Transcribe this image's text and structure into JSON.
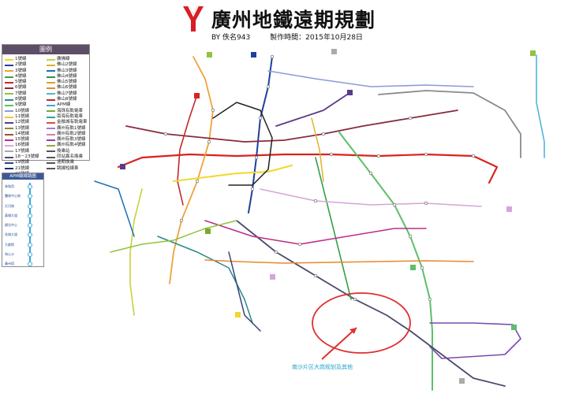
{
  "header": {
    "title": "廣州地鐵遠期規劃",
    "author": "BY 佚名943",
    "date": "製作時間：2015年10月28日"
  },
  "legend": {
    "title": "圖例",
    "left": [
      {
        "label": "1號線",
        "color": "#f1d82c"
      },
      {
        "label": "2號線",
        "color": "#1f3f9c"
      },
      {
        "label": "3號線",
        "color": "#f0a23a"
      },
      {
        "label": "4號線",
        "color": "#35a24a"
      },
      {
        "label": "5號線",
        "color": "#d9231f"
      },
      {
        "label": "6號線",
        "color": "#8a2a3e"
      },
      {
        "label": "7號線",
        "color": "#90c43d"
      },
      {
        "label": "8號線",
        "color": "#2a8a8c"
      },
      {
        "label": "9號線",
        "color": "#5cbf6a"
      },
      {
        "label": "10號線",
        "color": "#8d9ad8"
      },
      {
        "label": "11號線",
        "color": "#f2c52d"
      },
      {
        "label": "12號線",
        "color": "#5b3a8c"
      },
      {
        "label": "13號線",
        "color": "#8b8a3c"
      },
      {
        "label": "14號線",
        "color": "#8c5a2a"
      },
      {
        "label": "15號線",
        "color": "#bd2d8a"
      },
      {
        "label": "16號線",
        "color": "#d5a6d9"
      },
      {
        "label": "17號線",
        "color": "#aaaaaa"
      },
      {
        "label": "18－23號線",
        "color": "#4a4a6a"
      },
      {
        "label": "19號線",
        "color": "#36427a"
      },
      {
        "label": "21號線",
        "color": "#1a2a7a"
      },
      {
        "label": "22號線",
        "color": "#3b3b3b"
      }
    ],
    "right": [
      {
        "label": "廣佛線",
        "color": "#c7d23a"
      },
      {
        "label": "佛山2號線",
        "color": "#e0b033"
      },
      {
        "label": "佛山3號線",
        "color": "#1d6fb8"
      },
      {
        "label": "佛山4號線",
        "color": "#2f8f4a"
      },
      {
        "label": "佛山5號線",
        "color": "#d8a12a"
      },
      {
        "label": "佛山6號線",
        "color": "#e9882d"
      },
      {
        "label": "佛山7號線",
        "color": "#4fb6d6"
      },
      {
        "label": "佛山8號線",
        "color": "#c02a2a"
      },
      {
        "label": "APM線",
        "color": "#3ba7d8"
      },
      {
        "label": "海珠有軌電車",
        "color": "#7aaa2a"
      },
      {
        "label": "南海有軌電車",
        "color": "#2aa88a"
      },
      {
        "label": "金融城有軌電車",
        "color": "#e04a4a"
      },
      {
        "label": "廣州有軌1號線",
        "color": "#9b7ed0"
      },
      {
        "label": "廣州有軌2號線",
        "color": "#d97aa8"
      },
      {
        "label": "廣州有軌3號線",
        "color": "#7a4ab0"
      },
      {
        "label": "廣州有軌4號線",
        "color": "#a0a040"
      },
      {
        "label": "換乘站",
        "color": "#555555"
      },
      {
        "label": "同站異名換乘",
        "color": "#555555"
      },
      {
        "label": "遠期換乘",
        "color": "#555555"
      },
      {
        "label": "跳線短線車",
        "color": "#555555"
      }
    ]
  },
  "apm": {
    "title": "APM線線路圖",
    "stations": [
      "林和西",
      "體育中心南",
      "天河南",
      "黃埔大道",
      "婦兒中心",
      "花城大道",
      "大劇院",
      "海心沙",
      "廣州塔"
    ]
  },
  "annotation": {
    "note": "南沙片区大岗规划及其他"
  }
}
